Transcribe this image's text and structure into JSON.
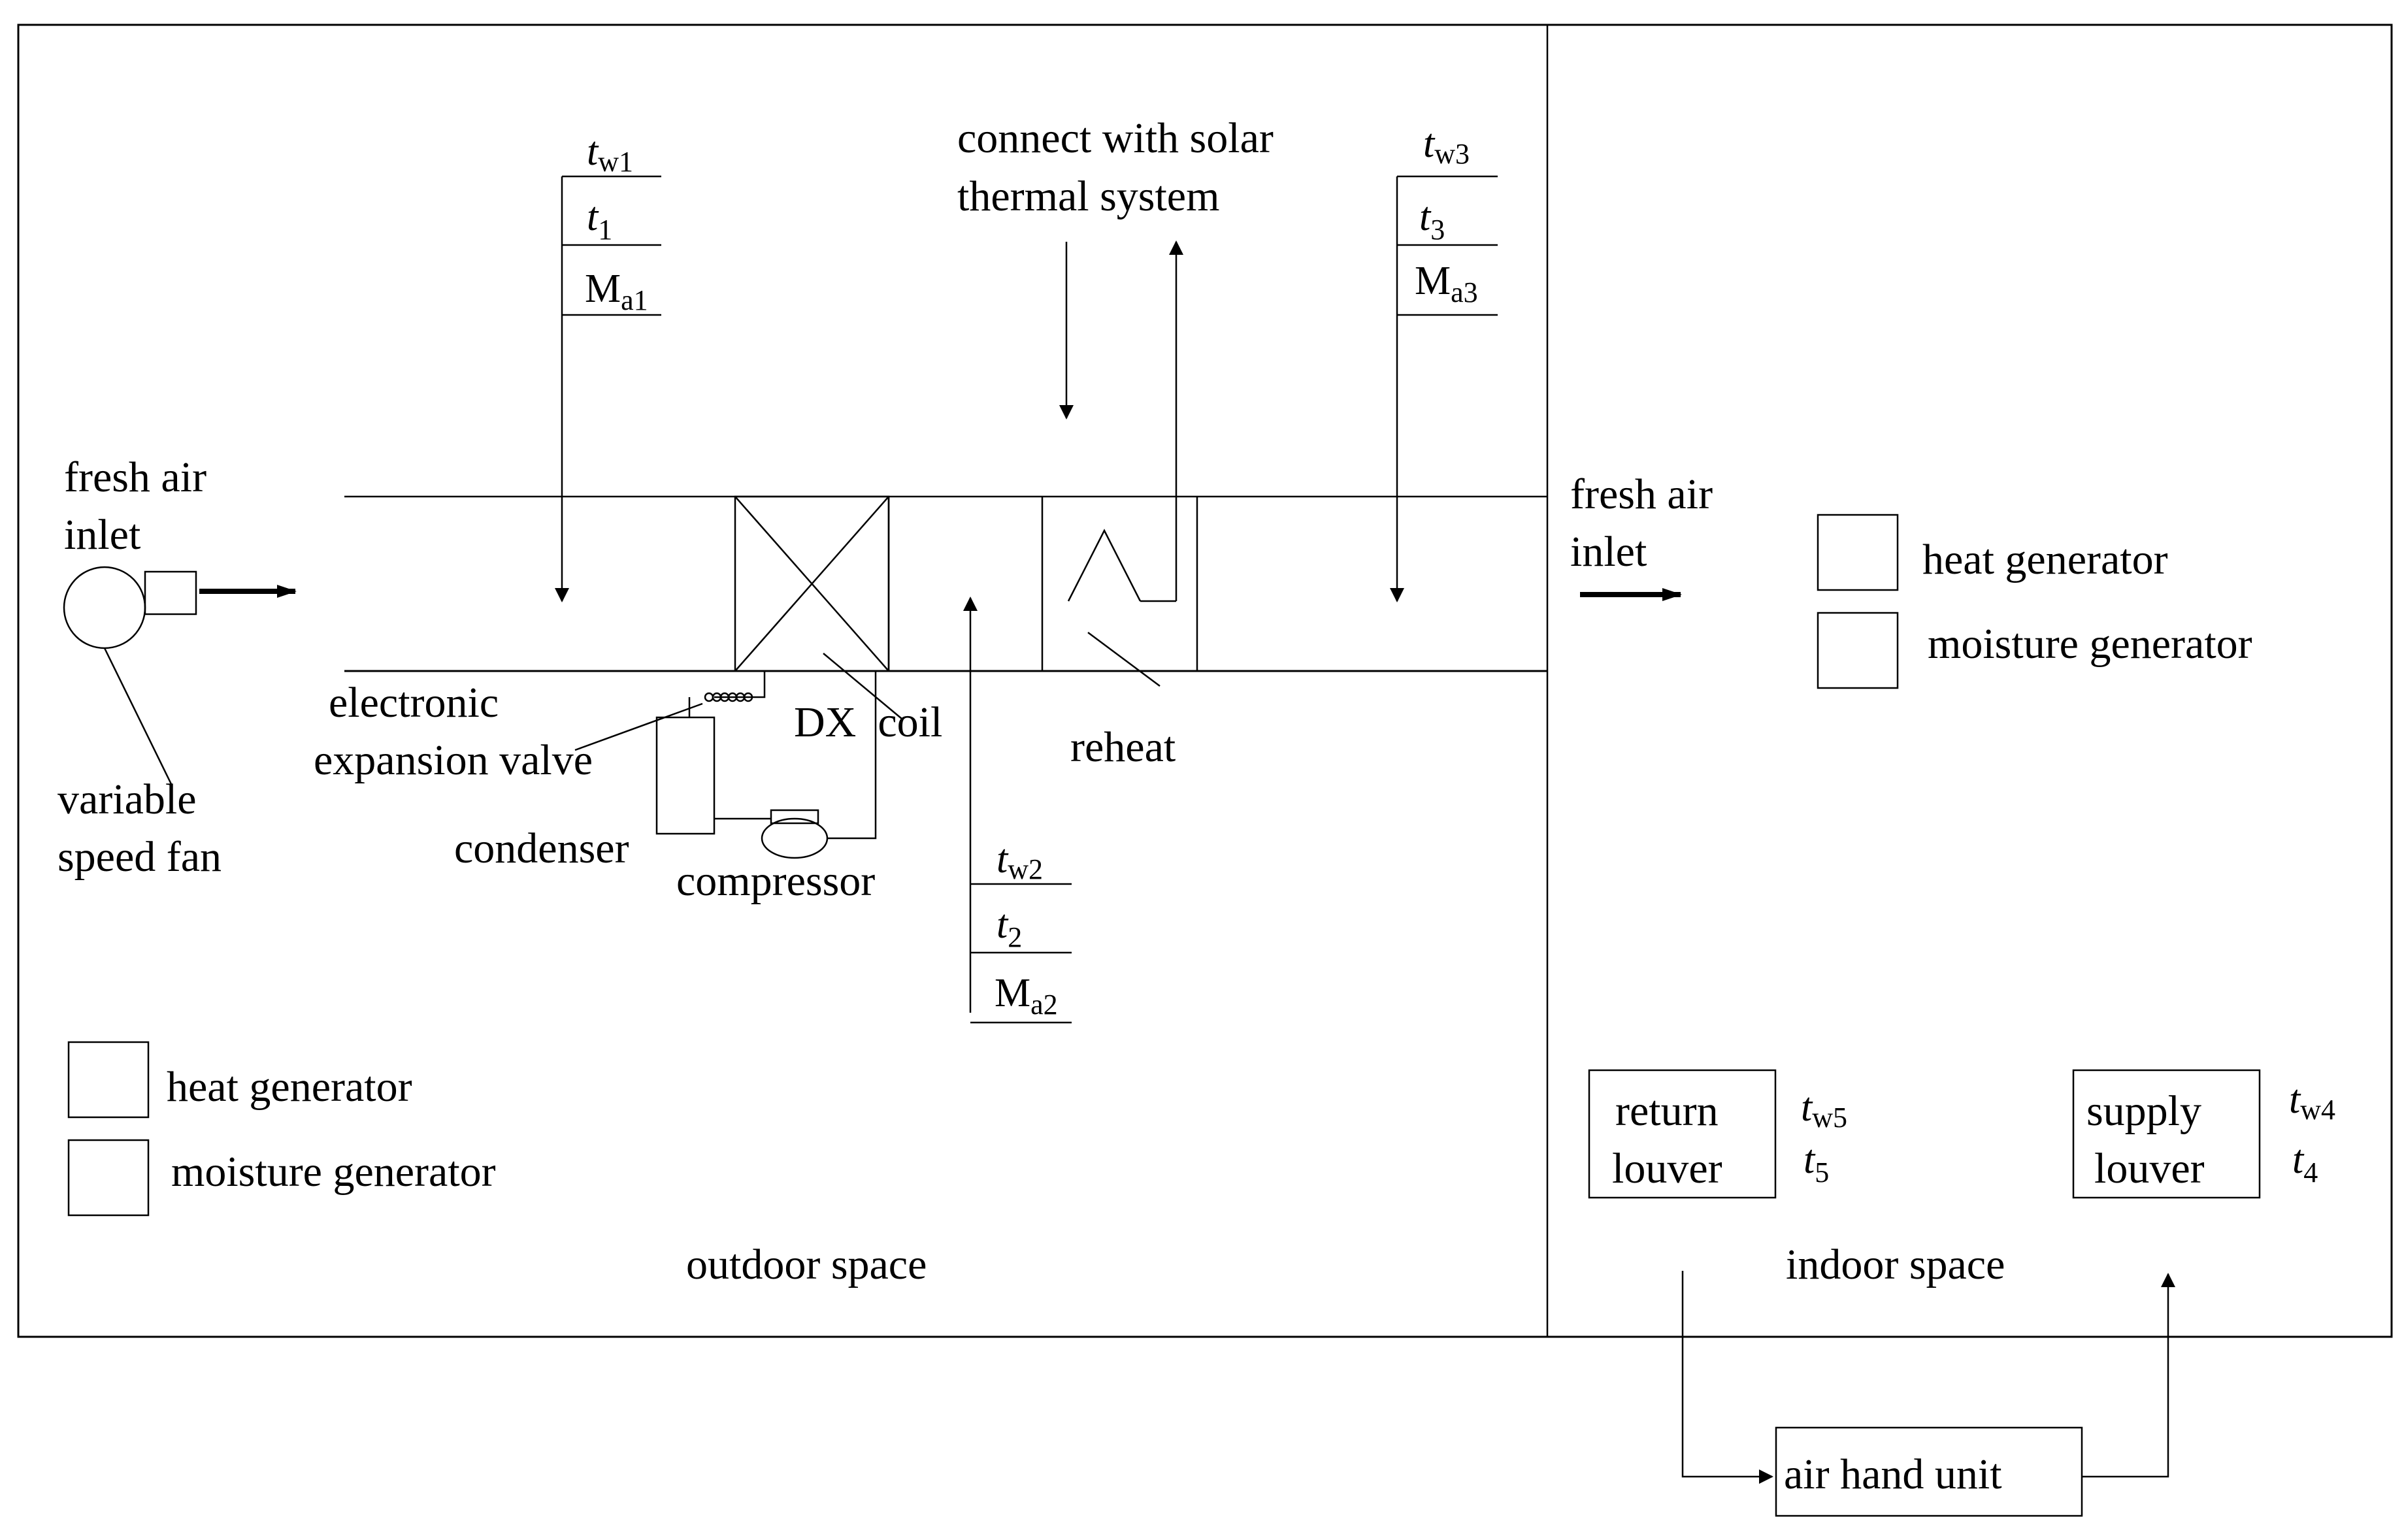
{
  "labels": {
    "fresh_air_inlet_left": [
      "fresh air",
      "inlet"
    ],
    "variable_speed_fan": [
      "variable",
      "speed fan"
    ],
    "electronic_expansion_valve": [
      "electronic",
      "expansion valve"
    ],
    "condenser": "condenser",
    "compressor": "compressor",
    "dx_coil": "DX  coil",
    "reheat": "reheat",
    "connect_with_solar": [
      "connect with solar",
      "thermal system"
    ],
    "fresh_air_inlet_right": [
      "fresh air",
      "inlet"
    ],
    "heat_generator": "heat generator",
    "moisture_generator": "moisture generator",
    "outdoor_space": "outdoor space",
    "indoor_space": "indoor space",
    "return_louver": [
      "return",
      "louver"
    ],
    "supply_louver": [
      "supply",
      "louver"
    ],
    "air_hand_unit": "air hand unit"
  },
  "sensors": {
    "s1": {
      "tw": {
        "base": "t",
        "sub": "w1"
      },
      "t": {
        "base": "t",
        "sub": "1"
      },
      "m": {
        "base": "M",
        "sub": "a1"
      }
    },
    "s2": {
      "tw": {
        "base": "t",
        "sub": "w2"
      },
      "t": {
        "base": "t",
        "sub": "2"
      },
      "m": {
        "base": "M",
        "sub": "a2"
      }
    },
    "s3": {
      "tw": {
        "base": "t",
        "sub": "w3"
      },
      "t": {
        "base": "t",
        "sub": "3"
      },
      "m": {
        "base": "M",
        "sub": "a3"
      }
    },
    "s4": {
      "tw": {
        "base": "t",
        "sub": "w4"
      },
      "t": {
        "base": "t",
        "sub": "4"
      }
    },
    "s5": {
      "tw": {
        "base": "t",
        "sub": "w5"
      },
      "t": {
        "base": "t",
        "sub": "5"
      }
    }
  }
}
